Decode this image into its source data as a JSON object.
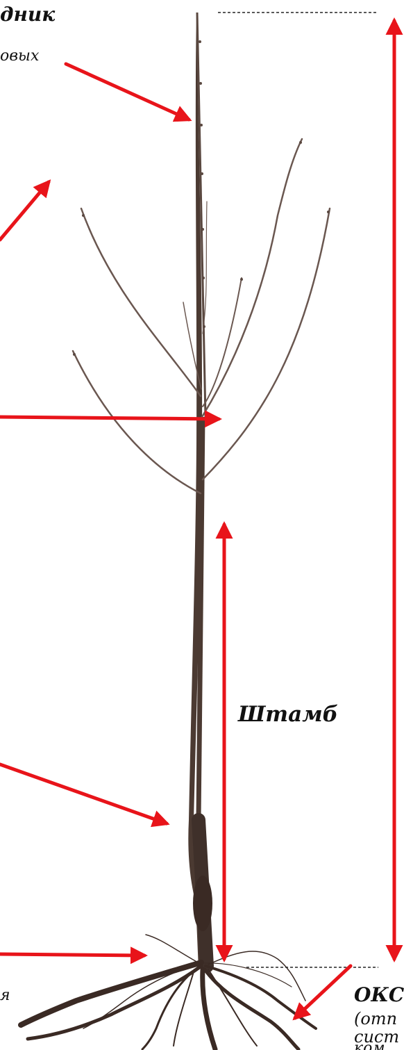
{
  "labels": {
    "leader_title": "дник",
    "leader_sub": "овых",
    "shtamb": "Штамб",
    "rootstock_tail": "я",
    "root_title": "ОКС",
    "root_line1": "(отп",
    "root_line2": "сист",
    "root_line3": "ком"
  },
  "colors": {
    "arrow": "#e8141a",
    "trunk": "#4b3a32",
    "branch": "#6a5750",
    "root": "#3a2a24",
    "dash": "#222222"
  },
  "icons": {
    "tree": "tree-seedling-illustration",
    "arrows": "annotation-arrow"
  }
}
